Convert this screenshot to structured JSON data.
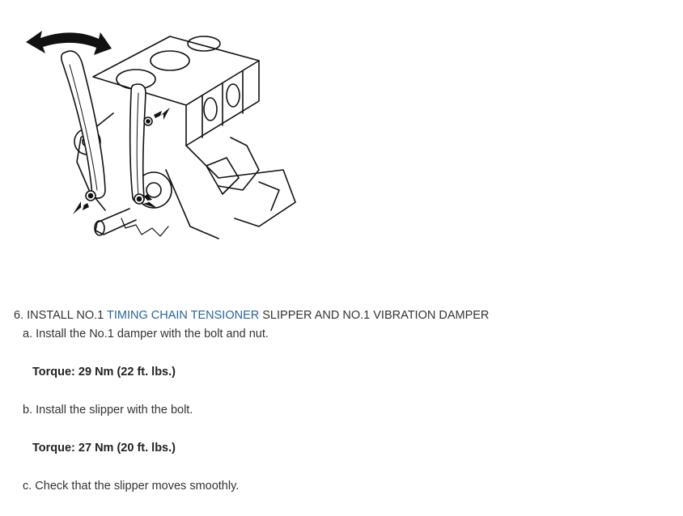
{
  "figure": {
    "icon": "engine-timing-chain-diagram"
  },
  "step": {
    "number_prefix": "6. INSTALL NO.1 ",
    "link_text": "TIMING CHAIN TENSIONER",
    "suffix": " SLIPPER AND NO.1 VIBRATION DAMPER",
    "link_color": "#2a6496"
  },
  "substeps": [
    {
      "text": "a. Install the No.1 damper with the bolt and nut."
    },
    {
      "spec": "Torque: 29 Nm (22 ft. lbs.)"
    },
    {
      "text": "b. Install the slipper with the bolt."
    },
    {
      "spec": "Torque: 27 Nm (20 ft. lbs.)"
    },
    {
      "text": "c. Check that the slipper moves smoothly."
    }
  ]
}
